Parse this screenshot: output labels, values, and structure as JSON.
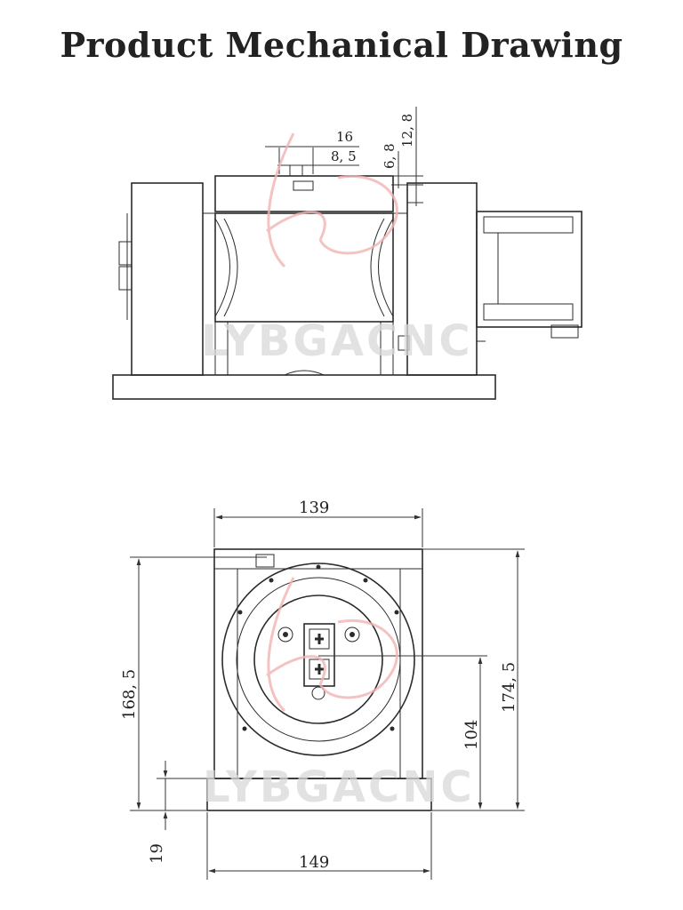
{
  "title": "Product Mechanical Drawing",
  "watermark": "LYBGACNC",
  "top_view": {
    "dims": {
      "slot_outer_width": "16",
      "slot_inner_width": "8, 5",
      "slot_depth_small": "6, 8",
      "slot_depth_large": "12, 8"
    }
  },
  "front_view": {
    "dims": {
      "top_width": "139",
      "bottom_width": "149",
      "left_height": "168, 5",
      "right_height": "174, 5",
      "center_height": "104",
      "base_height": "19"
    }
  }
}
